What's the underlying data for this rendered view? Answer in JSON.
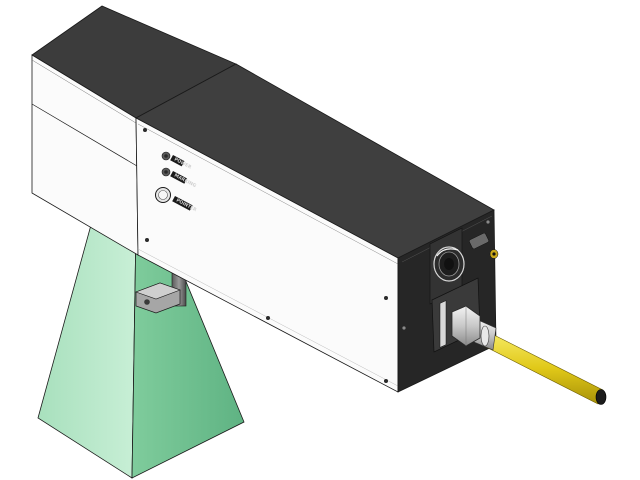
{
  "figure": {
    "subject": "laser marking head CAD rendering",
    "colors": {
      "background": "#ffffff",
      "housing_top": "#3c3c3c",
      "housing_side": "#4a4a4a",
      "end_panel": "#262626",
      "front_panel": "#fbfbfb",
      "edge_lines": "#1a1a1a",
      "beam_cover_light": "#b9e6c9",
      "beam_cover_dark": "#66bb88",
      "fiber_cable": "#e6d21e",
      "mount_bracket": "#9a9a9a"
    },
    "panel_labels": {
      "indicator_1": "POWER",
      "indicator_2": "MARKING",
      "button": "POINTER"
    }
  }
}
